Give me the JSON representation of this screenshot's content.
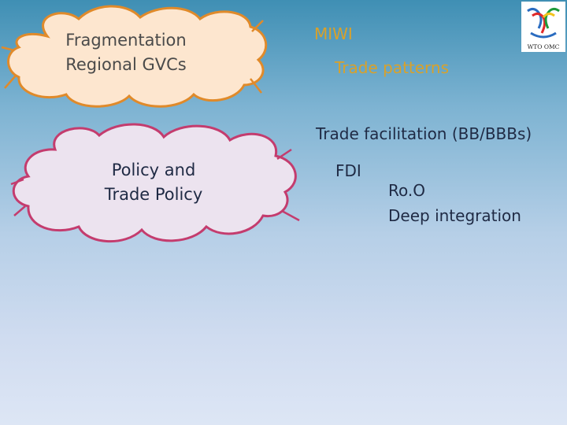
{
  "clouds": [
    {
      "lines": [
        "Fragmentation",
        "Regional GVCs"
      ],
      "fill": "#fde6cf",
      "stroke": "#e08a2a"
    },
    {
      "lines": [
        "Policy and",
        "Trade Policy"
      ],
      "fill": "#ece3ef",
      "stroke": "#c43c6e"
    }
  ],
  "labels": {
    "miwi": "MIWI",
    "trade_patterns": "Trade patterns",
    "trade_facilitation": "Trade facilitation (BB/BBBs)",
    "fdi": "FDI",
    "roo": "Ro.O",
    "deep_integration": "Deep integration"
  },
  "logo": {
    "text": "WTO OMC",
    "icon": "wto-logo-icon"
  },
  "colors": {
    "highlight": "#d9a12a",
    "text": "#1f2a44"
  }
}
